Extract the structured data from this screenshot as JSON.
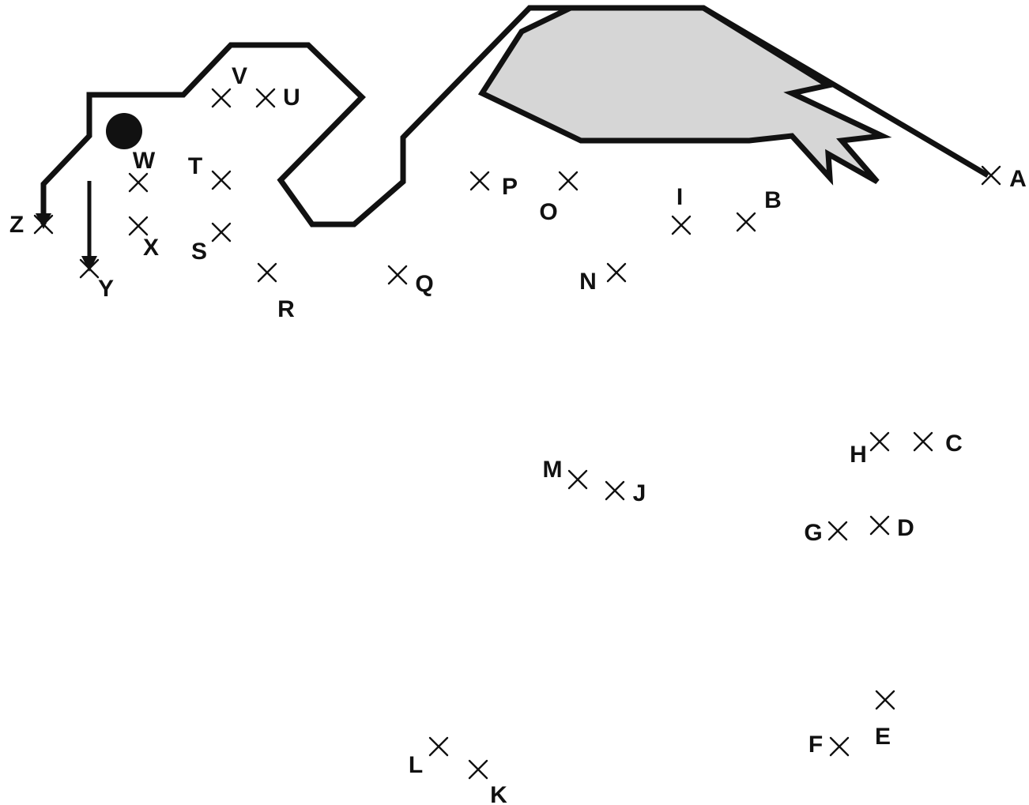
{
  "colors": {
    "ink": "#111111",
    "wing_fill": "#d6d6d6",
    "background": "#ffffff"
  },
  "points": [
    {
      "id": "A",
      "label": "A"
    },
    {
      "id": "B",
      "label": "B"
    },
    {
      "id": "C",
      "label": "C"
    },
    {
      "id": "D",
      "label": "D"
    },
    {
      "id": "E",
      "label": "E"
    },
    {
      "id": "F",
      "label": "F"
    },
    {
      "id": "G",
      "label": "G"
    },
    {
      "id": "H",
      "label": "H"
    },
    {
      "id": "I",
      "label": "I"
    },
    {
      "id": "J",
      "label": "J"
    },
    {
      "id": "K",
      "label": "K"
    },
    {
      "id": "L",
      "label": "L"
    },
    {
      "id": "M",
      "label": "M"
    },
    {
      "id": "N",
      "label": "N"
    },
    {
      "id": "O",
      "label": "O"
    },
    {
      "id": "P",
      "label": "P"
    },
    {
      "id": "Q",
      "label": "Q"
    },
    {
      "id": "R",
      "label": "R"
    },
    {
      "id": "S",
      "label": "S"
    },
    {
      "id": "T",
      "label": "T"
    },
    {
      "id": "U",
      "label": "U"
    },
    {
      "id": "V",
      "label": "V"
    },
    {
      "id": "W",
      "label": "W"
    },
    {
      "id": "X",
      "label": "X"
    },
    {
      "id": "Y",
      "label": "Y"
    },
    {
      "id": "Z",
      "label": "Z"
    }
  ]
}
